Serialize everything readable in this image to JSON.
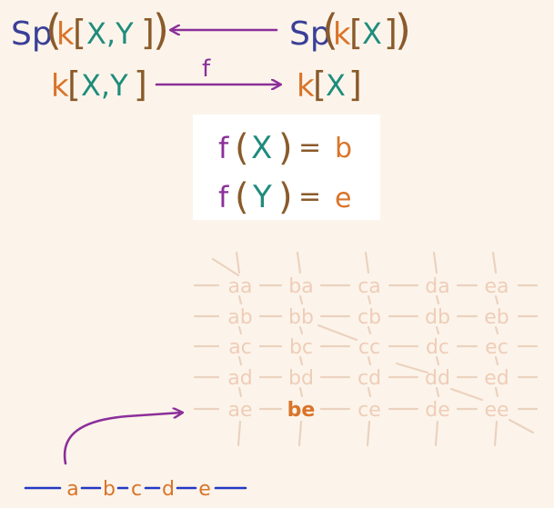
{
  "colors": {
    "background": "#fcf4ea",
    "blue": "#3a3f98",
    "orange": "#d9742a",
    "teal": "#1f8c7c",
    "brown": "#8a5a2b",
    "purple": "#8b2f9a",
    "faded": "#efcdb8",
    "faded_line": "#ebd2bf",
    "axis_blue": "#2438c4",
    "box": "#ffffff"
  },
  "top": {
    "left_sp": "Sp",
    "left_k": "k",
    "left_vars": "X,Y",
    "right_sp": "Sp",
    "right_k": "k",
    "right_vars": "X"
  },
  "middle": {
    "left_k": "k",
    "left_vars": "X,Y",
    "map_label": "f",
    "right_k": "k",
    "right_vars": "X"
  },
  "box": {
    "eq1_f": "f",
    "eq1_var": "X",
    "eq1_val": "b",
    "eq2_f": "f",
    "eq2_var": "Y",
    "eq2_val": "e"
  },
  "grid": {
    "rows": [
      [
        "aa",
        "ba",
        "ca",
        "da",
        "ea"
      ],
      [
        "ab",
        "bb",
        "cb",
        "db",
        "eb"
      ],
      [
        "ac",
        "bc",
        "cc",
        "dc",
        "ec"
      ],
      [
        "ad",
        "bd",
        "cd",
        "dd",
        "ed"
      ],
      [
        "ae",
        "be",
        "ce",
        "de",
        "ee"
      ]
    ],
    "highlight": "be"
  },
  "line_points": [
    "a",
    "b",
    "c",
    "d",
    "e"
  ]
}
